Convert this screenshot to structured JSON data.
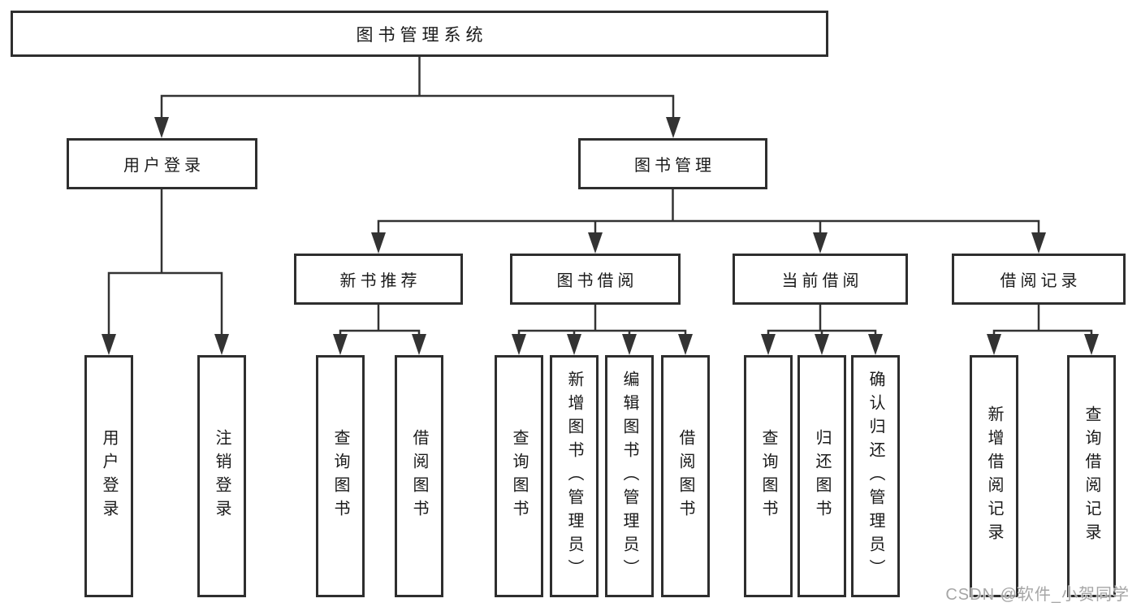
{
  "tree": {
    "label": "图书管理系统",
    "children": [
      {
        "label": "用户登录",
        "children": [
          {
            "label": "用户登录"
          },
          {
            "label": "注销登录"
          }
        ]
      },
      {
        "label": "图书管理",
        "children": [
          {
            "label": "新书推荐",
            "children": [
              {
                "label": "查询图书"
              },
              {
                "label": "借阅图书"
              }
            ]
          },
          {
            "label": "图书借阅",
            "children": [
              {
                "label": "查询图书"
              },
              {
                "label": "新增图书（管理员）"
              },
              {
                "label": "编辑图书（管理员）"
              },
              {
                "label": "借阅图书"
              }
            ]
          },
          {
            "label": "当前借阅",
            "children": [
              {
                "label": "查询图书"
              },
              {
                "label": "归还图书"
              },
              {
                "label": "确认归还（管理员）"
              }
            ]
          },
          {
            "label": "借阅记录",
            "children": [
              {
                "label": "新增借阅记录"
              },
              {
                "label": "查询借阅记录"
              }
            ]
          }
        ]
      }
    ]
  },
  "watermark": {
    "text": "CSDN @软件_小贺同学"
  },
  "colors": {
    "line": "#333333",
    "border": "#2e2e2e",
    "text": "#1a1a1a",
    "background": "#ffffff",
    "watermark": "#969696"
  }
}
